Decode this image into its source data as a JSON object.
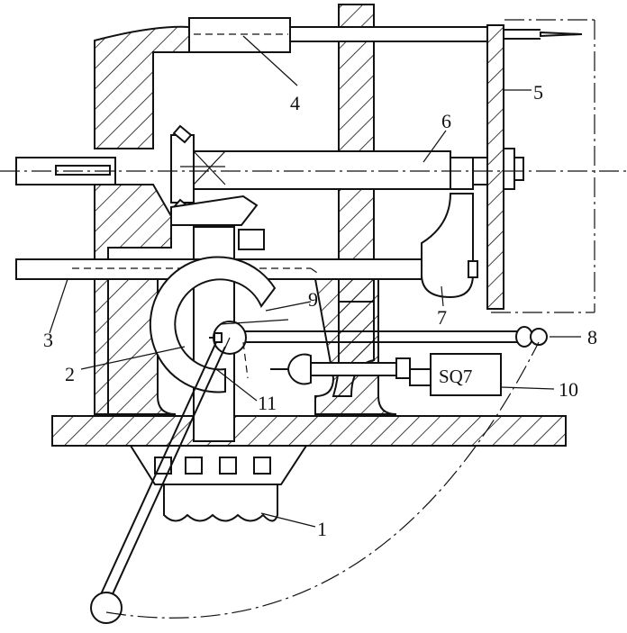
{
  "diagram": {
    "part_labels": [
      {
        "id": "1",
        "text": "1"
      },
      {
        "id": "2",
        "text": "2"
      },
      {
        "id": "3",
        "text": "3"
      },
      {
        "id": "4",
        "text": "4"
      },
      {
        "id": "5",
        "text": "5"
      },
      {
        "id": "6",
        "text": "6"
      },
      {
        "id": "7",
        "text": "7"
      },
      {
        "id": "8",
        "text": "8"
      },
      {
        "id": "9",
        "text": "9"
      },
      {
        "id": "10",
        "text": "10"
      },
      {
        "id": "11",
        "text": "11"
      }
    ],
    "switch_label": "SQ7"
  },
  "colors": {
    "stroke": "#111111",
    "background": "#ffffff"
  }
}
